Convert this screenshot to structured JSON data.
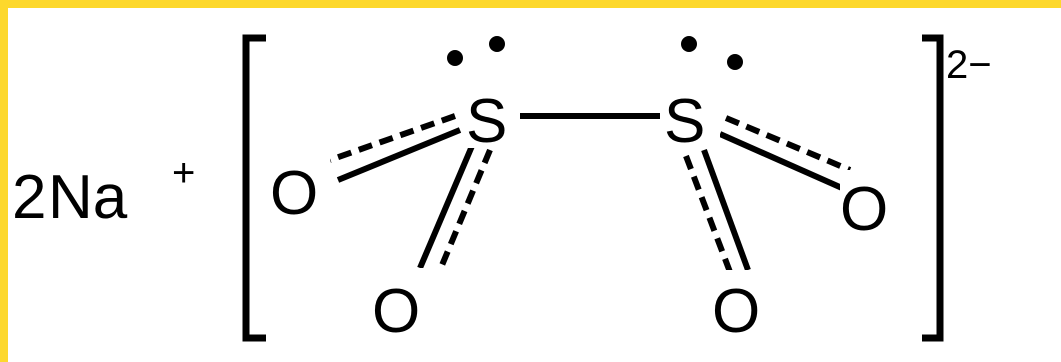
{
  "cation": {
    "count": "2",
    "symbol": "Na",
    "charge": "+"
  },
  "anion": {
    "charge": "2−",
    "atoms": [
      {
        "id": "S1",
        "symbol": "S"
      },
      {
        "id": "S2",
        "symbol": "S"
      },
      {
        "id": "O1",
        "symbol": "O"
      },
      {
        "id": "O2",
        "symbol": "O"
      },
      {
        "id": "O3",
        "symbol": "O"
      },
      {
        "id": "O4",
        "symbol": "O"
      }
    ],
    "bonds": [
      {
        "from": "S1",
        "to": "S2",
        "type": "single"
      },
      {
        "from": "S1",
        "to": "O1",
        "type": "partial-double"
      },
      {
        "from": "S1",
        "to": "O2",
        "type": "partial-double"
      },
      {
        "from": "S2",
        "to": "O3",
        "type": "partial-double"
      },
      {
        "from": "S2",
        "to": "O4",
        "type": "partial-double"
      }
    ],
    "lone_pairs": [
      "S1",
      "S2"
    ]
  },
  "colors": {
    "border": "#fdd82c",
    "background": "#ffffff",
    "ink": "#000000"
  }
}
